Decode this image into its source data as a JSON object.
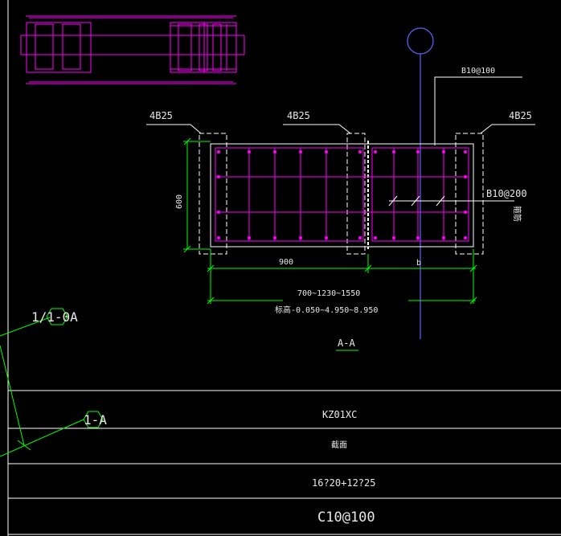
{
  "labels": {
    "rebar_left": "4B25",
    "rebar_mid": "4B25",
    "rebar_right": "4B25",
    "stirrup_top": "B10@100",
    "stirrup_right": "B10@200",
    "stirrup_right_note": "箍筋",
    "dim_height": "600",
    "dim_width_left": "900",
    "dim_width_right": "b",
    "dim_range": "700~1230~1550",
    "elev_range": "标高-0.050~4.950~8.950",
    "section_name": "A-A",
    "axis_1": "1/1-0A",
    "axis_2": "1-A"
  },
  "table": {
    "rows": [
      "KZ01XC",
      "截面",
      "16?20+12?25",
      "C10@100"
    ]
  },
  "colors": {
    "background": "#000000",
    "rebar": "#ff00ff",
    "dimension": "#00ff00",
    "frame": "#ffffff",
    "axis_line": "#6060ff",
    "text": "#e8e8e8"
  }
}
